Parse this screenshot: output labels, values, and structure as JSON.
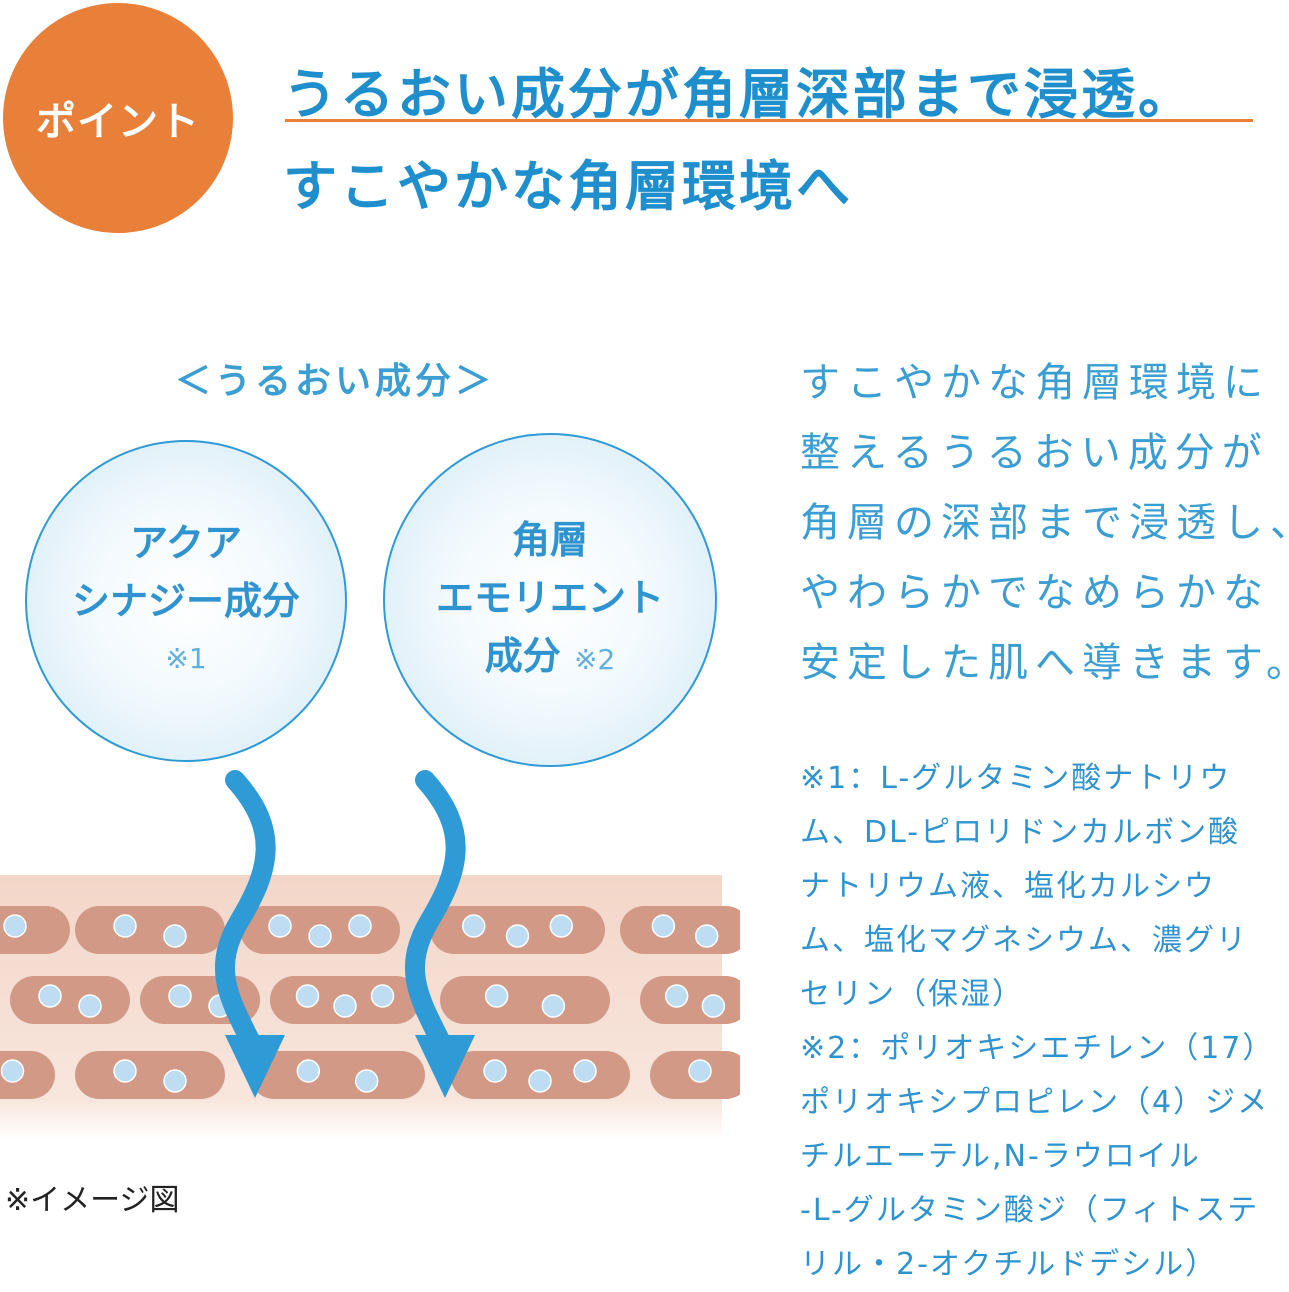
{
  "badge": {
    "label": "ポイント"
  },
  "headline": {
    "line1": "うるおい成分が角層深部まで浸透。",
    "line2": "すこやかな角層環境へ"
  },
  "diagram": {
    "heading": "＜うるおい成分＞",
    "bubbles": [
      {
        "lines": [
          "アクア",
          "シナジー成分"
        ],
        "note": "※1"
      },
      {
        "lines": [
          "角層",
          "エモリエント",
          "成分"
        ],
        "note": "※2"
      }
    ],
    "caption": "※イメージ図"
  },
  "description": [
    "すこやかな角層環境に",
    "整えるうるおい成分が",
    "角層の深部まで浸透し、",
    "やわらかでなめらかな",
    "安定した肌へ導きます。"
  ],
  "footnotes": [
    "※1：L-グルタミン酸ナトリウ",
    "ム、DL-ピロリドンカルボン酸",
    "ナトリウム液、塩化カルシウ",
    "ム、塩化マグネシウム、濃グリ",
    "セリン（保湿）",
    "※2：ポリオキシエチレン（17）",
    "ポリオキシプロピレン（4）ジメ",
    "チルエーテル,N-ラウロイル",
    "-L-グルタミン酸ジ（フィトステ",
    "リル・2-オクチルドデシル）"
  ],
  "colors": {
    "accent": "#E8803A",
    "blue": "#1E8FCC",
    "skin": "#F6DED2",
    "cell": "#D29A86",
    "dot": "#BFDDF2"
  }
}
